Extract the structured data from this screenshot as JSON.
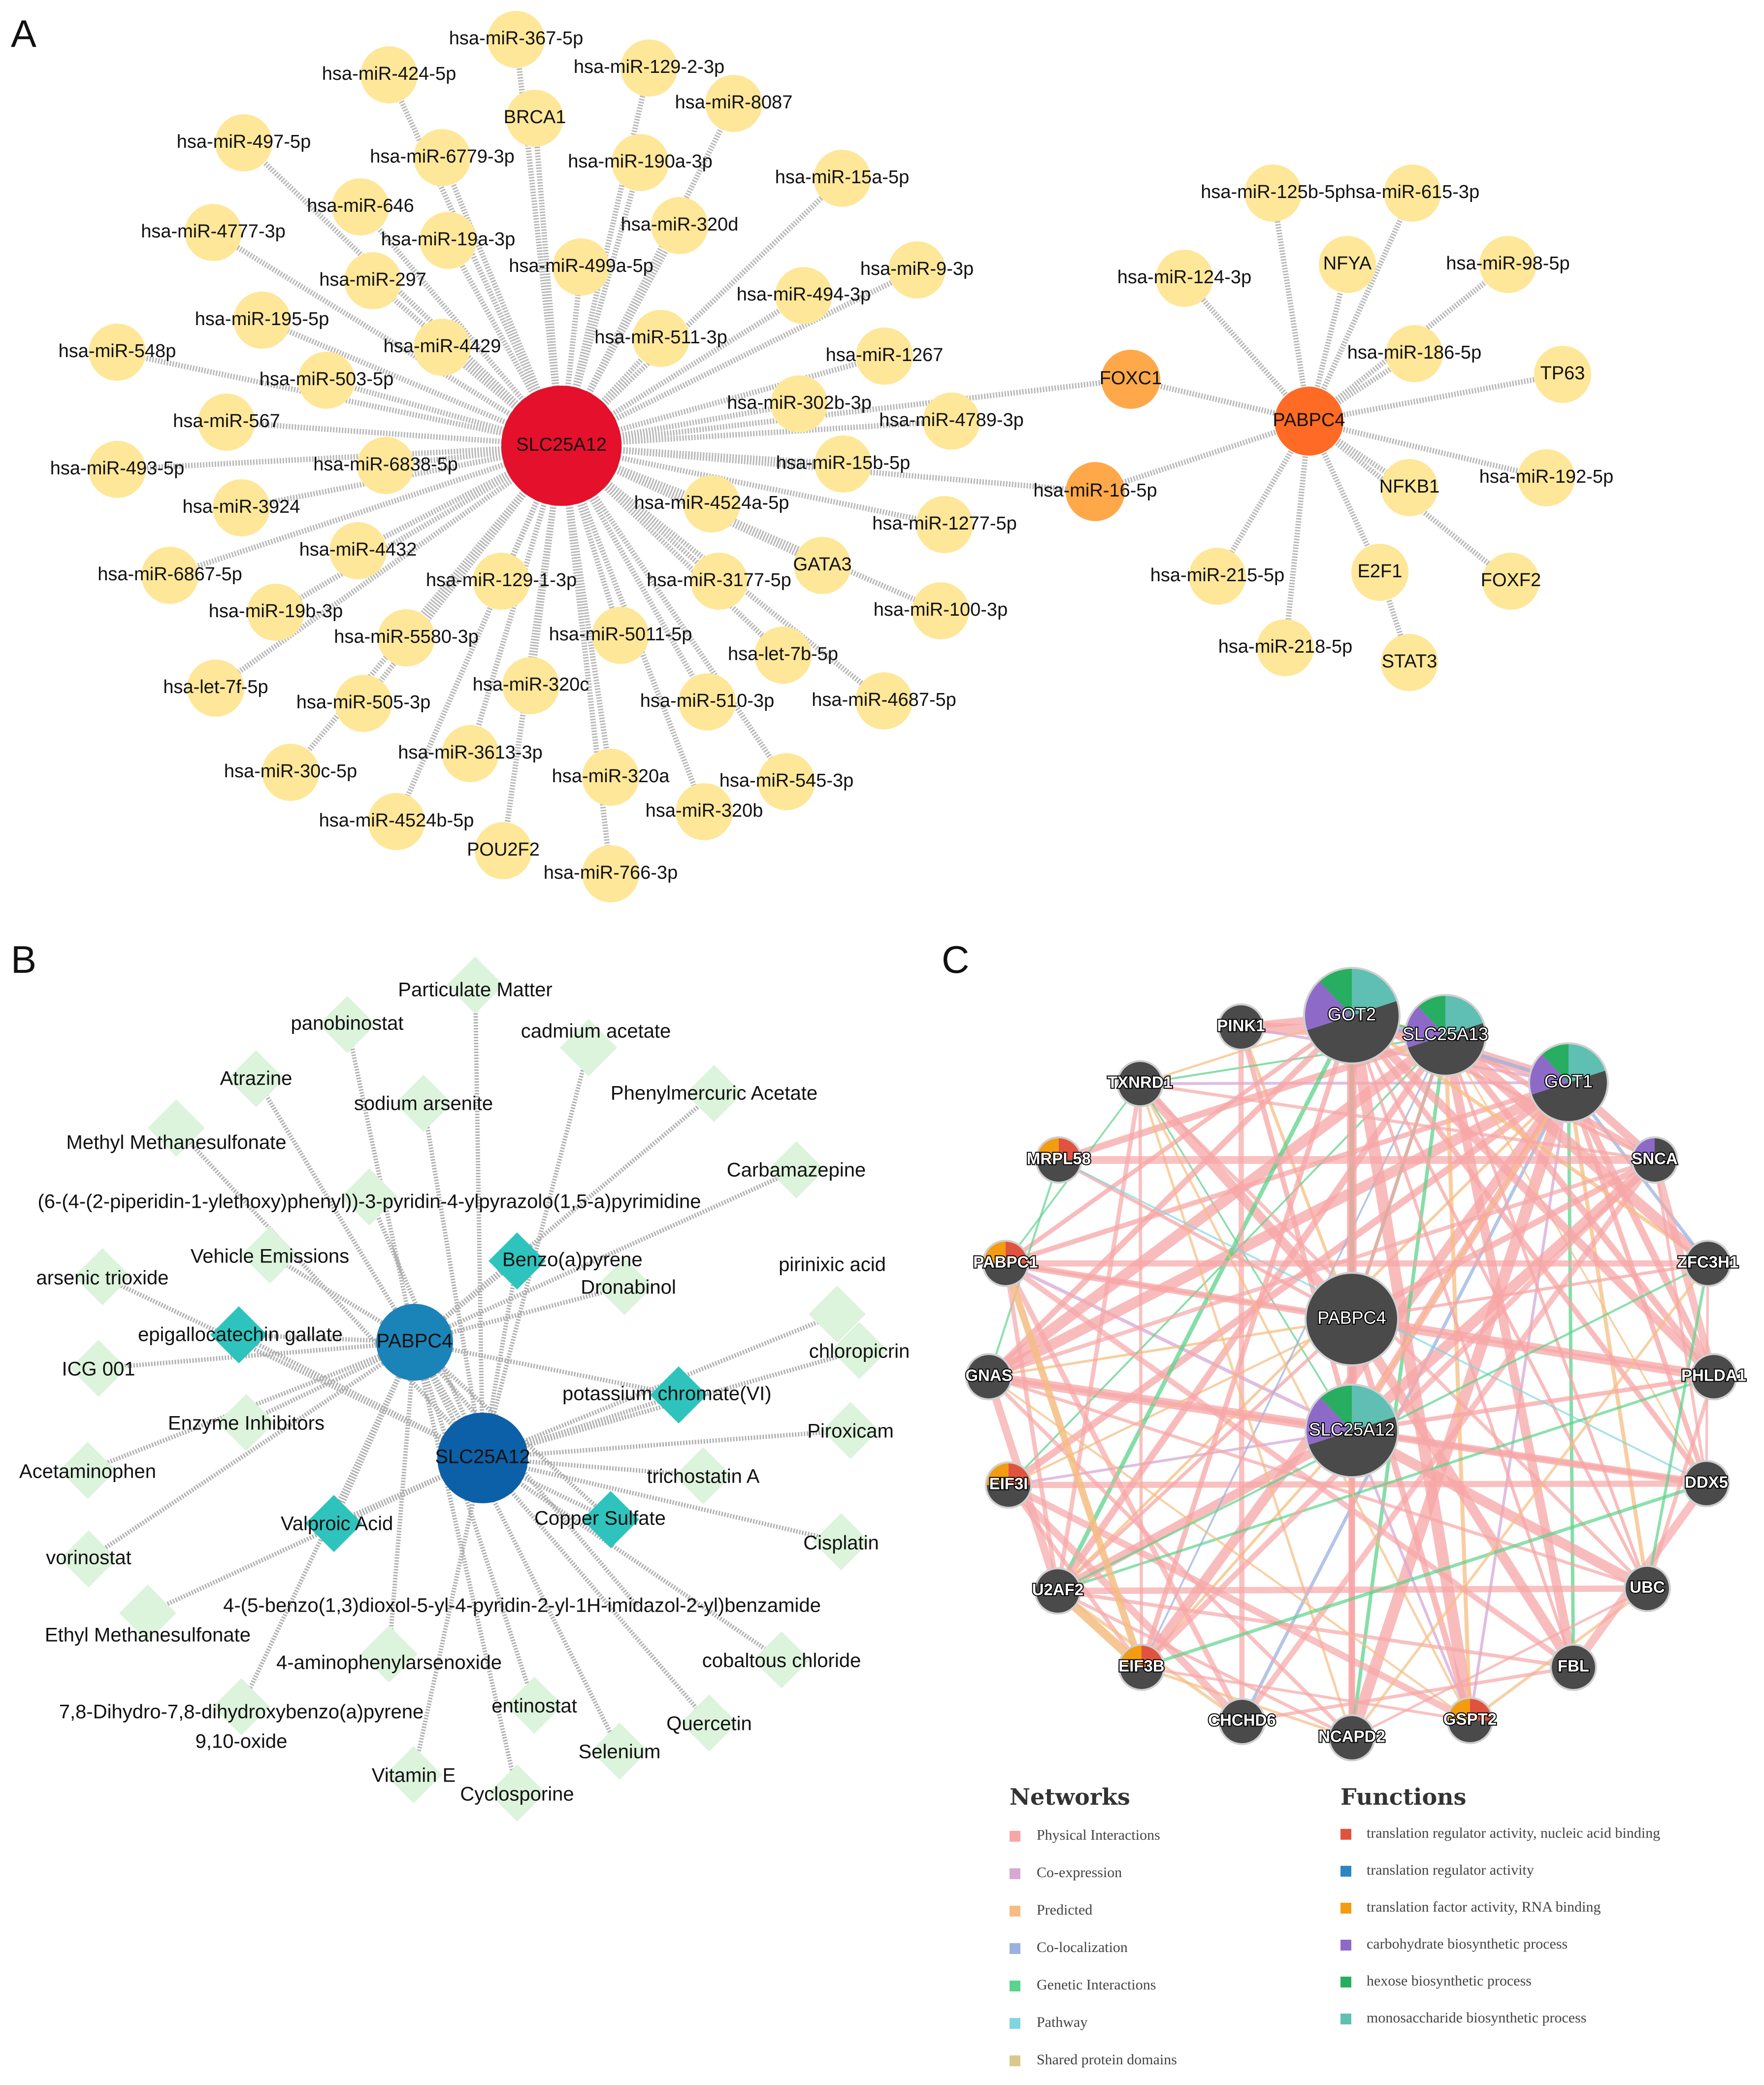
{
  "panels": {
    "a": "A",
    "b": "B",
    "c": "C"
  },
  "panel_a": {
    "hubs": [
      {
        "id": "SLC25A12",
        "label": "SLC25A12",
        "color": "#e5102b"
      },
      {
        "id": "PABPC4",
        "label": "PABPC4",
        "color": "#ff6a24"
      }
    ],
    "bridges": [
      {
        "id": "FOXC1",
        "label": "FOXC1",
        "color": "#ffa84a"
      },
      {
        "id": "hsa-miR-16-5p",
        "label": "hsa-miR-16-5p",
        "color": "#ffa84a"
      }
    ],
    "slc_neighbors": [
      "hsa-miR-367-5p",
      "hsa-miR-424-5p",
      "hsa-miR-129-2-3p",
      "hsa-miR-8087",
      "BRCA1",
      "hsa-miR-497-5p",
      "hsa-miR-6779-3p",
      "hsa-miR-190a-3p",
      "hsa-miR-15a-5p",
      "hsa-miR-646",
      "hsa-miR-4777-3p",
      "hsa-miR-19a-3p",
      "hsa-miR-320d",
      "hsa-miR-499a-5p",
      "hsa-miR-9-3p",
      "hsa-miR-297",
      "hsa-miR-494-3p",
      "hsa-miR-195-5p",
      "hsa-miR-4429",
      "hsa-miR-511-3p",
      "hsa-miR-1267",
      "hsa-miR-548p",
      "hsa-miR-503-5p",
      "hsa-miR-302b-3p",
      "hsa-miR-4789-3p",
      "hsa-miR-567",
      "hsa-miR-6838-5p",
      "hsa-miR-15b-5p",
      "hsa-miR-493-5p",
      "hsa-miR-3924",
      "hsa-miR-4524a-5p",
      "hsa-miR-1277-5p",
      "hsa-miR-4432",
      "GATA3",
      "hsa-miR-6867-5p",
      "hsa-miR-129-1-3p",
      "hsa-miR-3177-5p",
      "hsa-miR-100-3p",
      "hsa-miR-19b-3p",
      "hsa-miR-5580-3p",
      "hsa-miR-5011-5p",
      "hsa-let-7b-5p",
      "hsa-let-7f-5p",
      "hsa-miR-505-3p",
      "hsa-miR-320c",
      "hsa-miR-510-3p",
      "hsa-miR-4687-5p",
      "hsa-miR-30c-5p",
      "hsa-miR-3613-3p",
      "hsa-miR-320a",
      "hsa-miR-545-3p",
      "hsa-miR-4524b-5p",
      "hsa-miR-320b",
      "POU2F2",
      "hsa-miR-766-3p"
    ],
    "pab_neighbors": [
      "hsa-miR-125b-5p",
      "hsa-miR-615-3p",
      "NFYA",
      "hsa-miR-98-5p",
      "hsa-miR-124-3p",
      "hsa-miR-186-5p",
      "TP63",
      "hsa-miR-192-5p",
      "NFKB1",
      "FOXF2",
      "E2F1",
      "hsa-miR-215-5p",
      "hsa-miR-218-5p"
    ],
    "extra_nodes": [
      "STAT3"
    ],
    "neighbor_color": "#ffe799",
    "edge_color": "#b8b8b8"
  },
  "panel_b": {
    "hubs": [
      {
        "id": "PABPC4",
        "label": "PABPC4",
        "color": "#1a84b8"
      },
      {
        "id": "SLC25A12",
        "label": "SLC25A12",
        "color": "#0c60a8"
      }
    ],
    "shared_chemicals": [
      "Benzo(a)pyrene",
      "epigallocatechin gallate",
      "potassium chromate(VI)",
      "Valproic Acid",
      "Copper Sulfate"
    ],
    "chemicals": [
      "Particulate Matter",
      "panobinostat",
      "cadmium acetate",
      "Atrazine",
      "sodium arsenite",
      "Phenylmercuric Acetate",
      "Methyl Methanesulfonate",
      "Carbamazepine",
      "(6-(4-(2-piperidin-1-ylethoxy)phenyl))-3-pyridin-4-ylpyrazolo(1,5-a)pyrimidine",
      "Vehicle Emissions",
      "arsenic trioxide",
      "Dronabinol",
      "pirinixic acid",
      "ICG 001",
      "chloropicrin",
      "Enzyme Inhibitors",
      "Piroxicam",
      "Acetaminophen",
      "trichostatin A",
      "vorinostat",
      "Cisplatin",
      "4-(5-benzo(1,3)dioxol-5-yl-4-pyridin-2-yl-1H-imidazol-2-yl)benzamide",
      "Ethyl Methanesulfonate",
      "4-aminophenylarsenoxide",
      "cobaltous chloride",
      "7,8-Dihydro-7,8-dihydroxybenzo(a)pyrene",
      "9,10-oxide",
      "entinostat",
      "Quercetin",
      "Selenium",
      "Vitamin E",
      "Cyclosporine"
    ],
    "chem_color": "#dcf3dc",
    "shared_color": "#2ec4bd",
    "edge_color": "#b0b0b0"
  },
  "panel_c": {
    "center_nodes": [
      "PABPC4",
      "SLC25A12"
    ],
    "large_nodes": [
      "GOT2",
      "SLC25A13",
      "GOT1"
    ],
    "ring_nodes": [
      "PINK1",
      "TXNRD1",
      "MRPL58",
      "PABPC1",
      "GNAS",
      "EIF3I",
      "U2AF2",
      "EIF3B",
      "CHCHD6",
      "NCAPD2",
      "GSPT2",
      "FBL",
      "UBC",
      "DDX5",
      "PHLDA1",
      "ZFC3H1",
      "SNCA"
    ],
    "node_color": "#4a4a4a",
    "legend_networks_title": "Networks",
    "legend_networks": [
      {
        "label": "Physical Interactions",
        "color": "#f7a6a6"
      },
      {
        "label": "Co-expression",
        "color": "#d6a8d6"
      },
      {
        "label": "Predicted",
        "color": "#f5bd82"
      },
      {
        "label": "Co-localization",
        "color": "#9ab2e0"
      },
      {
        "label": "Genetic Interactions",
        "color": "#5cd38a"
      },
      {
        "label": "Pathway",
        "color": "#7fd6e0"
      },
      {
        "label": "Shared protein domains",
        "color": "#d8c98f"
      }
    ],
    "legend_functions_title": "Functions",
    "legend_functions": [
      {
        "label": "translation regulator activity, nucleic acid binding",
        "color": "#e0533f"
      },
      {
        "label": "translation regulator activity",
        "color": "#2e86c1"
      },
      {
        "label": "translation factor activity, RNA binding",
        "color": "#f39c12"
      },
      {
        "label": "carbohydrate biosynthetic process",
        "color": "#8e6ac8"
      },
      {
        "label": "hexose biosynthetic process",
        "color": "#27ae60"
      },
      {
        "label": "monosaccharide biosynthetic process",
        "color": "#5fbfb3"
      }
    ]
  }
}
